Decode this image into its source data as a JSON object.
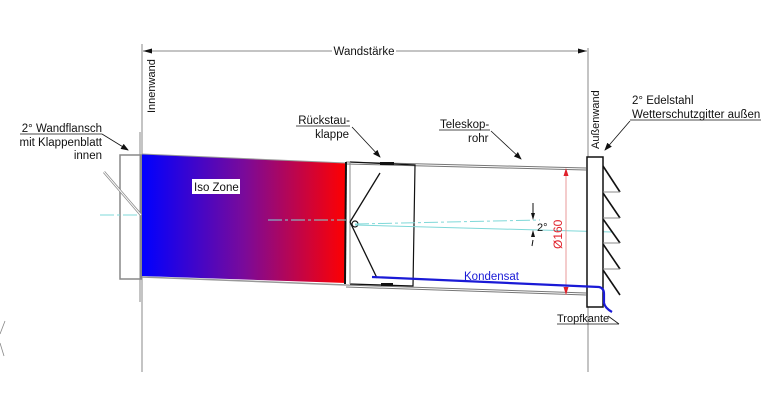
{
  "diagram": {
    "type": "technical-section-drawing",
    "colors": {
      "background": "#ffffff",
      "line": "#111111",
      "gray_line": "#888888",
      "centerline": "#7fd8d8",
      "gradient_start": "#0000ff",
      "gradient_end": "#ff0000",
      "condensate": "#1a1ad6",
      "dimension_red": "#e0202a"
    },
    "labels": {
      "wall_thickness": "Wandstärke",
      "inner_wall": "Innenwand",
      "outer_wall": "Außenwand",
      "wall_flange_line1": "2° Wandflansch",
      "wall_flange_line2": "mit Klappenblatt",
      "wall_flange_line3": "innen",
      "backflow_valve_line1": "Rückstau-",
      "backflow_valve_line2": "klappe",
      "telescopic_tube_line1": "Teleskop-",
      "telescopic_tube_line2": "rohr",
      "grille_line1": "2° Edelstahl",
      "grille_line2": "Wetterschutzgitter außen",
      "iso_zone": "Iso Zone",
      "condensate": "Kondensat",
      "drip_edge": "Tropfkante",
      "angle": "2°",
      "diameter": "Ø160"
    }
  }
}
